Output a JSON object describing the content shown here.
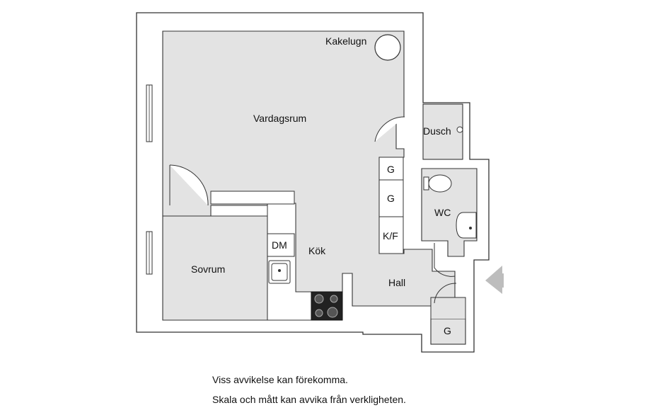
{
  "rooms": {
    "vardagsrum": "Vardagsrum",
    "kakelugn": "Kakelugn",
    "dusch": "Dusch",
    "wc": "WC",
    "sovrum": "Sovrum",
    "kok": "Kök",
    "hall": "Hall"
  },
  "fixtures": {
    "dm": "DM",
    "g1": "G",
    "g2": "G",
    "kf": "K/F",
    "g_hall": "G"
  },
  "notes": {
    "line1": "Viss avvikelse kan förekomma.",
    "line2": "Skala och mått kan avvika från verkligheten."
  },
  "colors": {
    "wall": "#ffffff",
    "floor": "#e3e3e3",
    "outline": "#333333",
    "arrow": "#bdbdbd"
  }
}
